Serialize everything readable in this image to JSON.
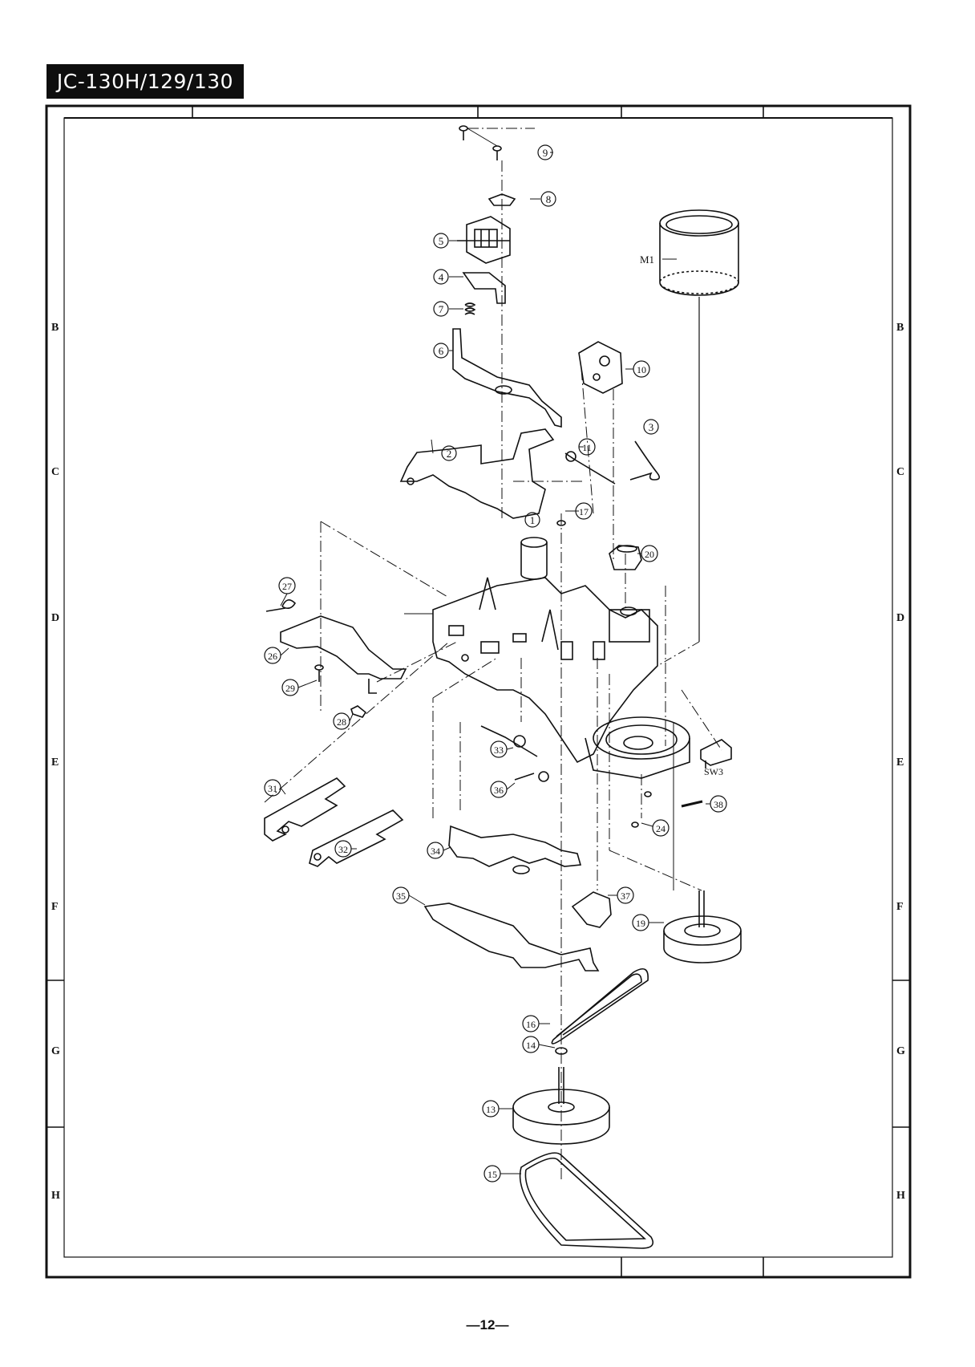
{
  "header": {
    "model": "JC-130H/129/130"
  },
  "grid": {
    "rows_left": [
      "B",
      "C",
      "D",
      "E",
      "F",
      "G",
      "H"
    ],
    "rows_right": [
      "B",
      "C",
      "D",
      "E",
      "F",
      "G",
      "H"
    ]
  },
  "labels": {
    "motor": "M1",
    "switch": "SW3"
  },
  "callouts": [
    "1",
    "2",
    "3",
    "4",
    "5",
    "6",
    "7",
    "8",
    "9",
    "10",
    "11",
    "13",
    "14",
    "15",
    "16",
    "17",
    "19",
    "20",
    "24",
    "26",
    "27",
    "28",
    "29",
    "31",
    "32",
    "33",
    "34",
    "35",
    "36",
    "37",
    "38"
  ],
  "footer": {
    "page": "—12—"
  }
}
